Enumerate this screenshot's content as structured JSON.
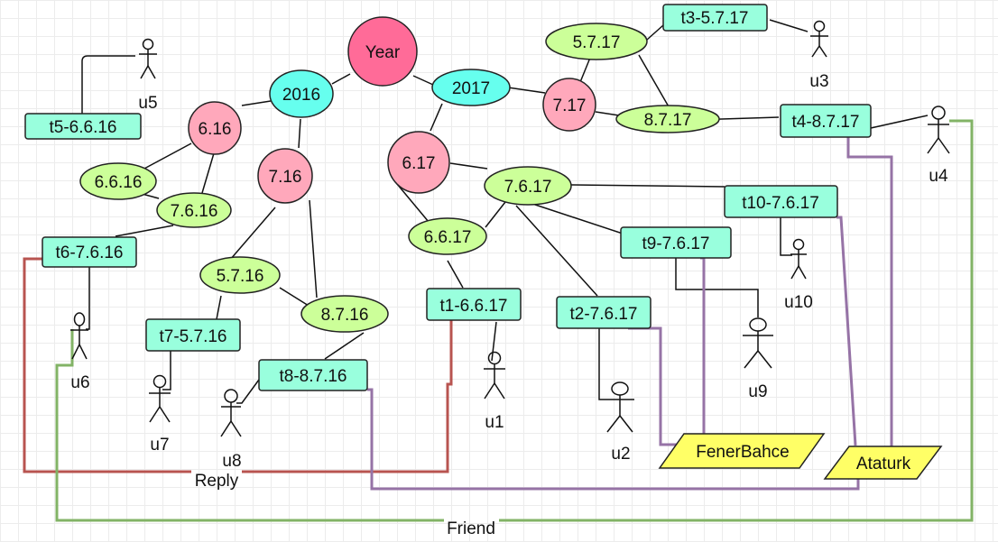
{
  "colors": {
    "year": "#ff6b98",
    "yearNode": "#66ffee",
    "monthNode": "#ffa8bb",
    "dayNode": "#ccff99",
    "tweet": "#99ffdd",
    "hashtag": "#ffff66",
    "reply": "#b85450",
    "friend": "#82b366",
    "mention": "#9673a6"
  },
  "nodes": {
    "year": "Year",
    "y2016": "2016",
    "y2017": "2017",
    "m616": "6.16",
    "m716": "7.16",
    "m617": "6.17",
    "m717": "7.17",
    "d6616": "6.6.16",
    "d7616": "7.6.16",
    "d5716": "5.7.16",
    "d8716": "8.7.16",
    "d6617": "6.6.17",
    "d7617": "7.6.17",
    "d5717": "5.7.17",
    "d8717": "8.7.17"
  },
  "tweets": {
    "t1": "t1-6.6.17",
    "t2": "t2-7.6.17",
    "t3": "t3-5.7.17",
    "t4": "t4-8.7.17",
    "t5": "t5-6.6.16",
    "t6": "t6-7.6.16",
    "t7": "t7-5.7.16",
    "t8": "t8-8.7.16",
    "t9": "t9-7.6.17",
    "t10": "t10-7.6.17"
  },
  "users": {
    "u1": "u1",
    "u2": "u2",
    "u3": "u3",
    "u4": "u4",
    "u5": "u5",
    "u6": "u6",
    "u7": "u7",
    "u8": "u8",
    "u9": "u9",
    "u10": "u10"
  },
  "hashtags": {
    "fenerbahce": "FenerBahce",
    "ataturk": "Ataturk"
  },
  "relations": {
    "reply": "Reply",
    "friend": "Friend"
  }
}
